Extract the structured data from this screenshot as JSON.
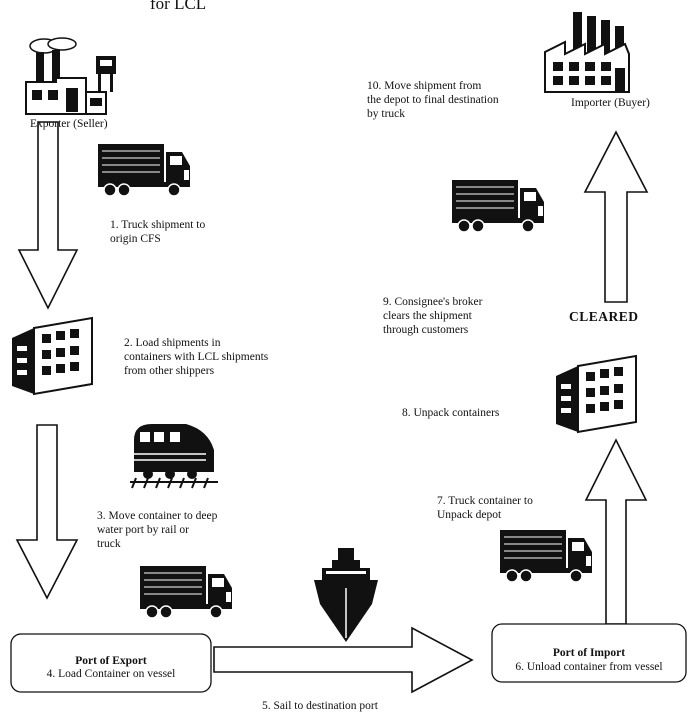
{
  "header": {
    "partial_title": "for LCL"
  },
  "parties": {
    "exporter": "Exporter (Seller)",
    "importer": "Importer (Buyer)"
  },
  "steps": {
    "s1": "1. Truck shipment to\norigin  CFS",
    "s2": "2. Load shipments in\ncontainers with LCL shipments\nfrom other shippers",
    "s3": "3. Move container to deep\nwater port  by rail or\ntruck",
    "s5": "5. Sail to destination port",
    "s7": "7. Truck container to\nUnpack depot",
    "s8": "8. Unpack containers",
    "s9": "9. Consignee's broker\nclears the shipment\nthrough customers",
    "s10": "10. Move shipment from\nthe depot to final  destination\nby truck"
  },
  "ports": {
    "export_title": "Port of Export",
    "export_step": "4. Load Container on vessel",
    "import_title": "Port of Import",
    "import_step": "6. Unload container from vessel"
  },
  "status": {
    "cleared": "CLEARED"
  }
}
